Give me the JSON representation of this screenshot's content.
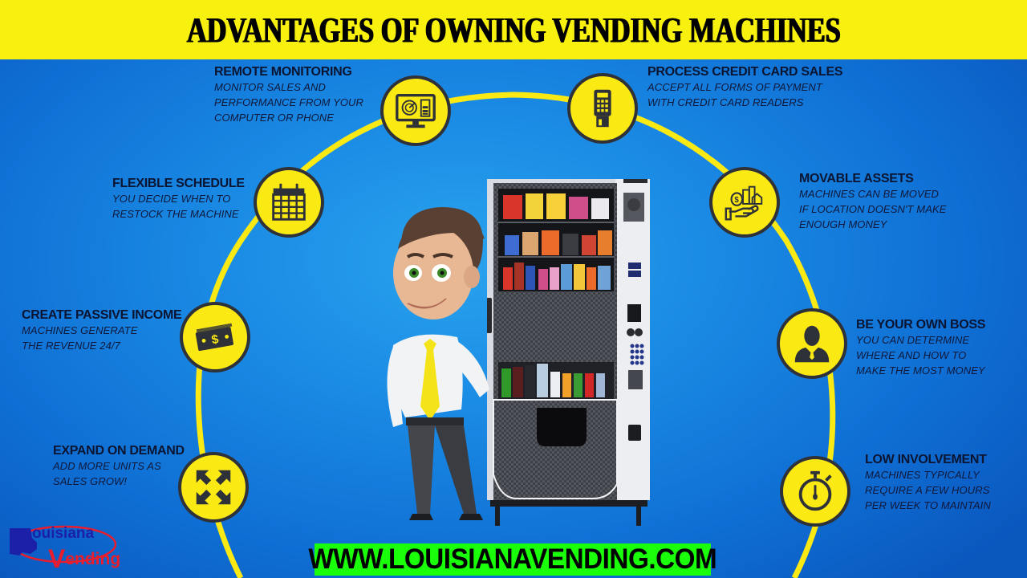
{
  "header": {
    "title": "ADVANTAGES OF OWNING VENDING MACHINES",
    "background_color": "#f8f00e"
  },
  "colors": {
    "accent_yellow": "#fbe914",
    "icon_dark": "#2f3138",
    "url_green": "#1aff0a",
    "background_blue": "#1a8ae4"
  },
  "features": [
    {
      "id": "remote-monitoring",
      "icon": "monitor-radar-icon",
      "title": "REMOTE MONITORING",
      "lines": [
        "MONITOR SALES AND",
        "PERFORMANCE FROM YOUR",
        "COMPUTER OR PHONE"
      ]
    },
    {
      "id": "credit-card",
      "icon": "card-reader-icon",
      "title": "PROCESS CREDIT CARD SALES",
      "lines": [
        "ACCEPT ALL FORMS OF PAYMENT",
        "WITH CREDIT CARD READERS"
      ]
    },
    {
      "id": "flexible-schedule",
      "icon": "calendar-icon",
      "title": "FLEXIBLE SCHEDULE",
      "lines": [
        "YOU DECIDE WHEN TO",
        "RESTOCK THE MACHINE"
      ]
    },
    {
      "id": "movable-assets",
      "icon": "hand-assets-icon",
      "title": "MOVABLE ASSETS",
      "lines": [
        "MACHINES CAN BE MOVED",
        "IF LOCATION DOESN'T MAKE",
        "ENOUGH MONEY"
      ]
    },
    {
      "id": "passive-income",
      "icon": "dollar-bill-icon",
      "title": "CREATE PASSIVE INCOME",
      "lines": [
        "MACHINES GENERATE",
        "THE REVENUE 24/7"
      ]
    },
    {
      "id": "own-boss",
      "icon": "businessman-icon",
      "title": "BE YOUR OWN BOSS",
      "lines": [
        "YOU CAN DETERMINE",
        "WHERE AND HOW TO",
        "MAKE THE MOST MONEY"
      ]
    },
    {
      "id": "expand-demand",
      "icon": "expand-arrows-icon",
      "title": "EXPAND ON DEMAND",
      "lines": [
        "ADD MORE UNITS AS",
        "SALES GROW!"
      ]
    },
    {
      "id": "low-involvement",
      "icon": "stopwatch-icon",
      "title": "LOW INVOLVEMENT",
      "lines": [
        "MACHINES TYPICALLY",
        "REQUIRE A FEW HOURS",
        "PER WEEK TO MAINTAIN"
      ]
    }
  ],
  "footer": {
    "url": "WWW.LOUISIANAVENDING.COM"
  },
  "logo": {
    "line1": "ouisiana",
    "line2": "ending",
    "initial1": "L",
    "initial2": "V"
  }
}
